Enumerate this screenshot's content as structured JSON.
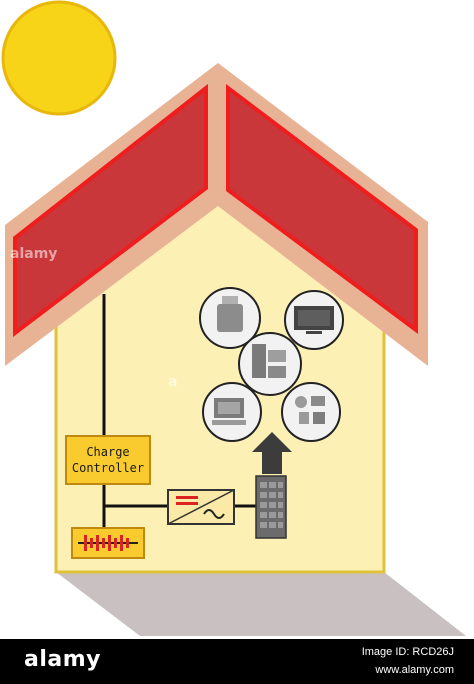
{
  "controller": {
    "line1": "Charge",
    "line2": "Controller"
  },
  "footer": {
    "brand": "alamy",
    "image_id": "Image ID: RCD26J",
    "site": "www.alamy.com"
  },
  "watermarks": [
    "alamy",
    "alamy",
    "a"
  ],
  "colors": {
    "sun": "#f7d417",
    "sun_outline": "#e8b70c",
    "panel": "#c9373a",
    "panel_border": "#ef1d1d",
    "roof_trim": "#e8b394",
    "wall": "#fdf0b4",
    "wall_border": "#e0c23a",
    "controller_box": "#f9cb2f",
    "shadow": "#c9c1c1",
    "wire": "#111111"
  },
  "icons": [
    "sun-icon",
    "solar-panel-icon",
    "battery-icon",
    "inverter-icon",
    "power-meter-icon",
    "up-arrow-icon",
    "blender-icon",
    "tv-icon",
    "fridge-icon",
    "computer-icon",
    "appliances-icon"
  ]
}
